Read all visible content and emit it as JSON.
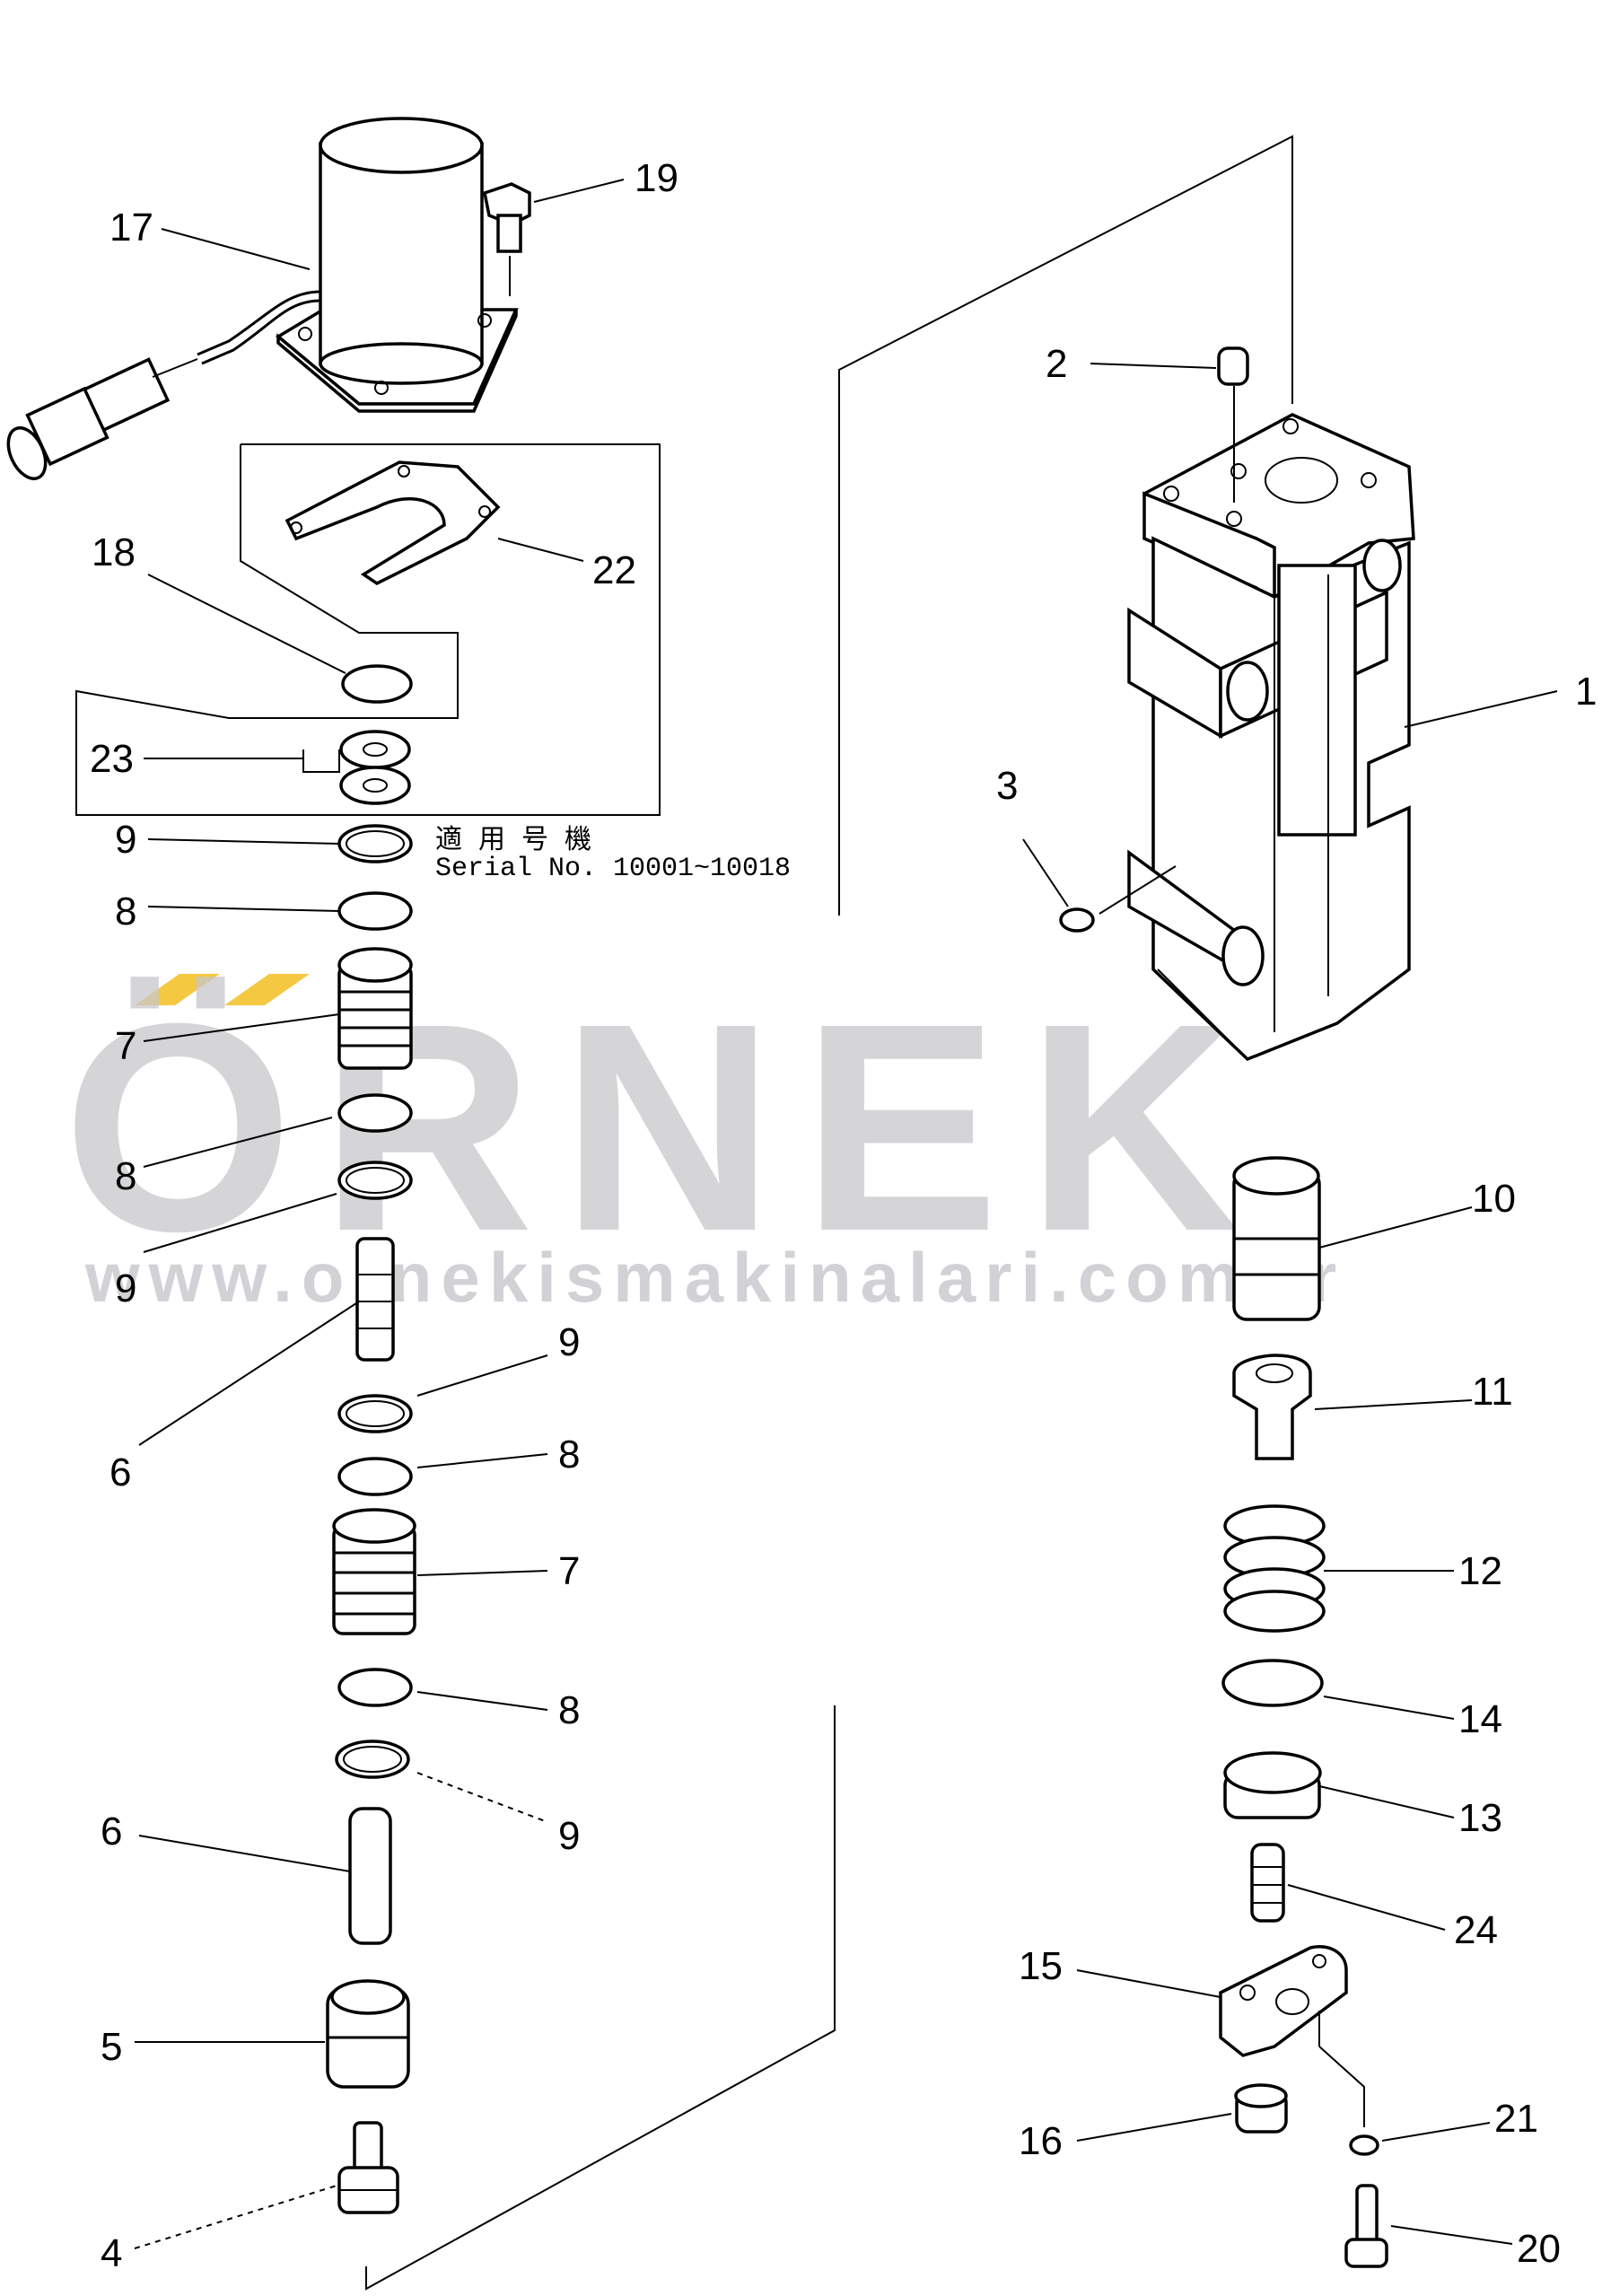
{
  "labels": {
    "p1": "1",
    "p2": "2",
    "p3": "3",
    "p4": "4",
    "p5": "5",
    "p6a": "6",
    "p6b": "6",
    "p7a": "7",
    "p7b": "7",
    "p8a": "8",
    "p8b": "8",
    "p8c": "8",
    "p8d": "8",
    "p9a": "9",
    "p9b": "9",
    "p9c": "9",
    "p9d": "9",
    "p10": "10",
    "p11": "11",
    "p12": "12",
    "p13": "13",
    "p14": "14",
    "p15": "15",
    "p16": "16",
    "p17": "17",
    "p18": "18",
    "p19": "19",
    "p20": "20",
    "p21": "21",
    "p22": "22",
    "p23": "23",
    "p24": "24"
  },
  "note": {
    "jp": "適 用 号 機",
    "serial": "Serial  No.  10001~10018"
  },
  "watermark": {
    "brand": "ÖRNEK",
    "url": "www.ornekismakinalari.com.tr"
  }
}
